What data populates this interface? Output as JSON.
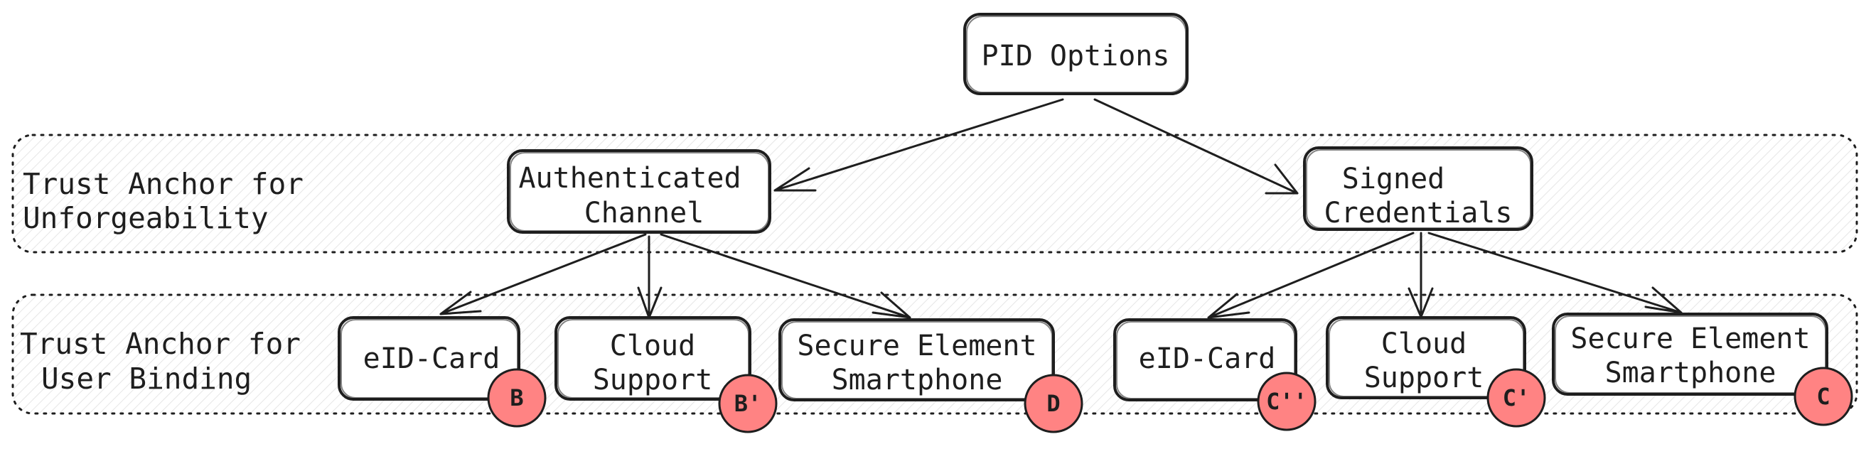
{
  "colors": {
    "stroke": "#1e1e1e",
    "badge_fill": "#ff8383",
    "node_fill": "#ffffff"
  },
  "root": {
    "label": "PID Options"
  },
  "lanes": {
    "unforgeability": {
      "label_line1": "Trust Anchor for",
      "label_line2": "Unforgeability"
    },
    "user_binding": {
      "label_line1": "Trust Anchor for",
      "label_line2": "User Binding"
    }
  },
  "branches": {
    "authenticated_channel": {
      "label_line1": "Authenticated",
      "label_line2": "Channel"
    },
    "signed_credentials": {
      "label_line1": "Signed",
      "label_line2": "Credentials"
    }
  },
  "leaves": {
    "ac_eid_card": {
      "label": "eID-Card",
      "badge": "B"
    },
    "ac_cloud_support": {
      "label_line1": "Cloud",
      "label_line2": "Support",
      "badge": "B'"
    },
    "ac_secure_element": {
      "label_line1": "Secure Element",
      "label_line2": "Smartphone",
      "badge": "D"
    },
    "sc_eid_card": {
      "label": "eID-Card",
      "badge": "C''"
    },
    "sc_cloud_support": {
      "label_line1": "Cloud",
      "label_line2": "Support",
      "badge": "C'"
    },
    "sc_secure_element": {
      "label_line1": "Secure Element",
      "label_line2": "Smartphone",
      "badge": "C"
    }
  }
}
